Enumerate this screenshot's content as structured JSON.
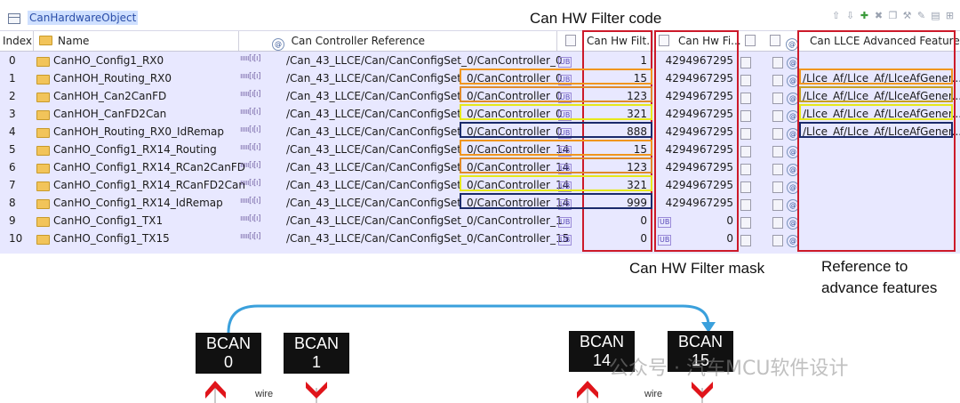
{
  "window": {
    "title": "CanHardwareObject"
  },
  "columns": {
    "index": "Index",
    "name": "Name",
    "controller_ref": "Can Controller Reference",
    "filter_code": "Can Hw Filt...",
    "filter_mask": "Can Hw Fi...",
    "advanced": "Can LLCE Advanced Feature ..."
  },
  "rows": [
    {
      "index": "0",
      "name": "CanHO_Config1_RX0",
      "ref": "/Can_43_LLCE/Can/CanConfigSet_0/CanController_0",
      "code": "1",
      "mask": "4294967295",
      "adv": ""
    },
    {
      "index": "1",
      "name": "CanHOH_Routing_RX0",
      "ref": "/Can_43_LLCE/Can/CanConfigSet_0/CanController_0",
      "code": "15",
      "mask": "4294967295",
      "adv": "/Llce_Af/Llce_Af/LlceAfGener..."
    },
    {
      "index": "2",
      "name": "CanHOH_Can2CanFD",
      "ref": "/Can_43_LLCE/Can/CanConfigSet_0/CanController_0",
      "code": "123",
      "mask": "4294967295",
      "adv": "/Llce_Af/Llce_Af/LlceAfGener..."
    },
    {
      "index": "3",
      "name": "CanHOH_CanFD2Can",
      "ref": "/Can_43_LLCE/Can/CanConfigSet_0/CanController_0",
      "code": "321",
      "mask": "4294967295",
      "adv": "/Llce_Af/Llce_Af/LlceAfGener..."
    },
    {
      "index": "4",
      "name": "CanHOH_Routing_RX0_IdRemap",
      "ref": "/Can_43_LLCE/Can/CanConfigSet_0/CanController_0",
      "code": "888",
      "mask": "4294967295",
      "adv": "/Llce_Af/Llce_Af/LlceAfGener..."
    },
    {
      "index": "5",
      "name": "CanHO_Config1_RX14_Routing",
      "ref": "/Can_43_LLCE/Can/CanConfigSet_0/CanController_14",
      "code": "15",
      "mask": "4294967295",
      "adv": ""
    },
    {
      "index": "6",
      "name": "CanHO_Config1_RX14_RCan2CanFD",
      "ref": "/Can_43_LLCE/Can/CanConfigSet_0/CanController_14",
      "code": "123",
      "mask": "4294967295",
      "adv": ""
    },
    {
      "index": "7",
      "name": "CanHO_Config1_RX14_RCanFD2Can",
      "ref": "/Can_43_LLCE/Can/CanConfigSet_0/CanController_14",
      "code": "321",
      "mask": "4294967295",
      "adv": ""
    },
    {
      "index": "8",
      "name": "CanHO_Config1_RX14_IdRemap",
      "ref": "/Can_43_LLCE/Can/CanConfigSet_0/CanController_14",
      "code": "999",
      "mask": "4294967295",
      "adv": ""
    },
    {
      "index": "9",
      "name": "CanHO_Config1_TX1",
      "ref": "/Can_43_LLCE/Can/CanConfigSet_0/CanController_1",
      "code": "0",
      "mask": "0",
      "adv": ""
    },
    {
      "index": "10",
      "name": "CanHO_Config1_TX15",
      "ref": "/Can_43_LLCE/Can/CanConfigSet_0/CanController_15",
      "code": "0",
      "mask": "0",
      "adv": ""
    }
  ],
  "annotations": {
    "filter_code": "Can HW Filter code",
    "filter_mask": "Can HW Filter mask",
    "advanced_line1": "Reference to",
    "advanced_line2": "advance features"
  },
  "diagram": {
    "bcan0": {
      "line1": "BCAN",
      "line2": "0"
    },
    "bcan1": {
      "line1": "BCAN",
      "line2": "1"
    },
    "bcan14": {
      "line1": "BCAN",
      "line2": "14"
    },
    "bcan15": {
      "line1": "BCAN",
      "line2": "15"
    },
    "wire_label": "wire"
  },
  "watermark": "公众号 · 汽车MCU软件设计",
  "colors": {
    "row_bg": "#e8e8ff",
    "red_box": "#cc1a2a",
    "orange_box": "#f0961e",
    "yellow_box": "#e6e81a",
    "navy_box": "#1a2a6a",
    "arrow": "#3aa0dc",
    "chevron": "#e0141a"
  }
}
